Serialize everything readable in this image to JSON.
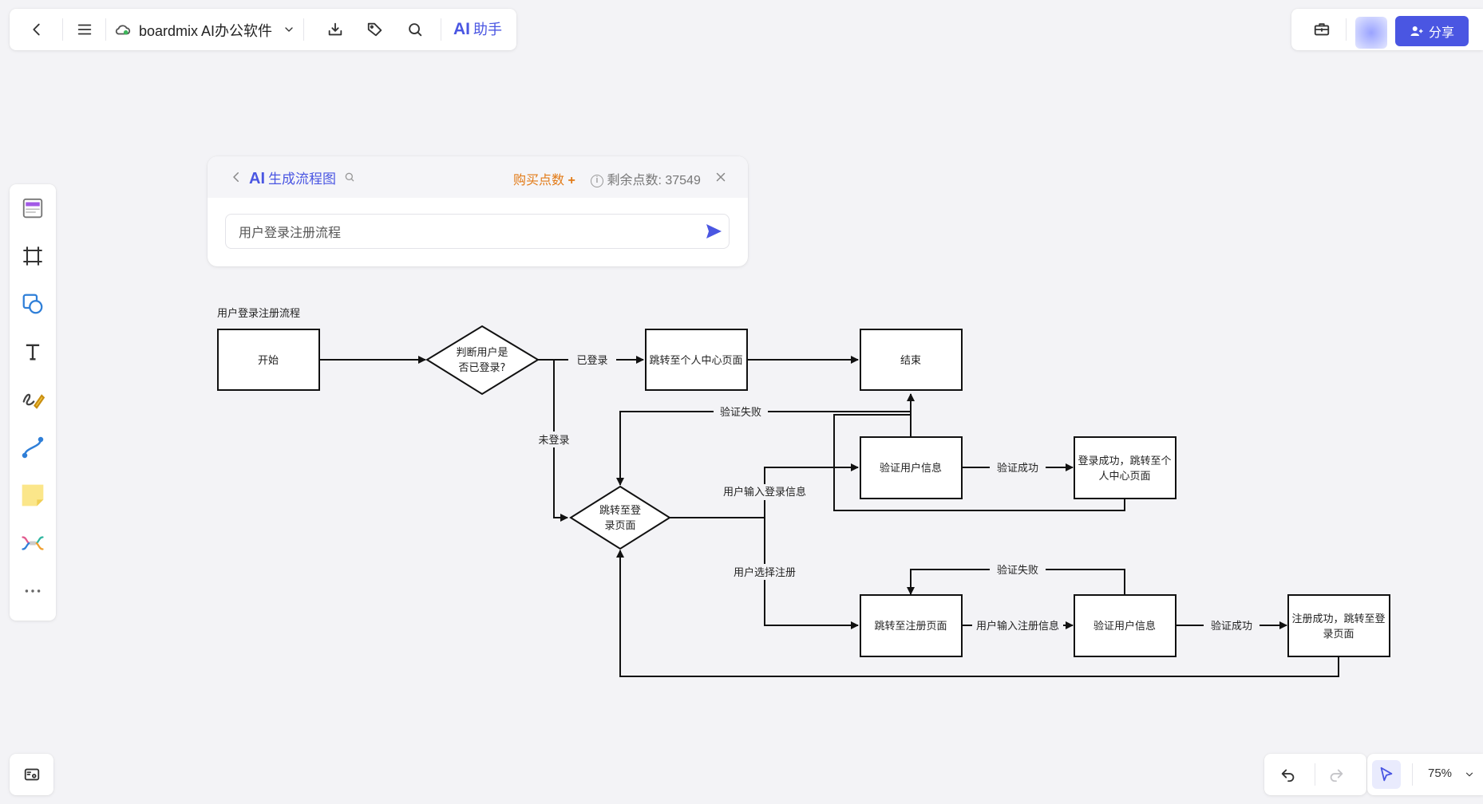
{
  "topbar": {
    "doc_title": "boardmix AI办公软件",
    "ai_brand": "AI",
    "ai_label": "助手"
  },
  "topright": {
    "share_label": "分享"
  },
  "ai_panel": {
    "brand": "AI",
    "title": "生成流程图",
    "buy_points": "购买点数",
    "remaining_label": "剩余点数: 37549",
    "input_value": "用户登录注册流程"
  },
  "flow": {
    "title": "用户登录注册流程",
    "nodes": {
      "start": "开始",
      "check_login_1": "判断用户是",
      "check_login_2": "否已登录?",
      "to_profile": "跳转至个人中心页面",
      "end": "结束",
      "verify_login": "验证用户信息",
      "login_success_1": "登录成功，跳转至个",
      "login_success_2": "人中心页面",
      "to_login_1": "跳转至登",
      "to_login_2": "录页面",
      "to_register": "跳转至注册页面",
      "verify_register": "验证用户信息",
      "register_success_1": "注册成功，跳转至登",
      "register_success_2": "录页面"
    },
    "edges": {
      "logged_in": "已登录",
      "not_logged_in": "未登录",
      "verify_fail_1": "验证失败",
      "input_login": "用户输入登录信息",
      "verify_success_1": "验证成功",
      "choose_register": "用户选择注册",
      "verify_fail_2": "验证失败",
      "input_register": "用户输入注册信息",
      "verify_success_2": "验证成功"
    }
  },
  "zoom": {
    "value": "75%"
  }
}
